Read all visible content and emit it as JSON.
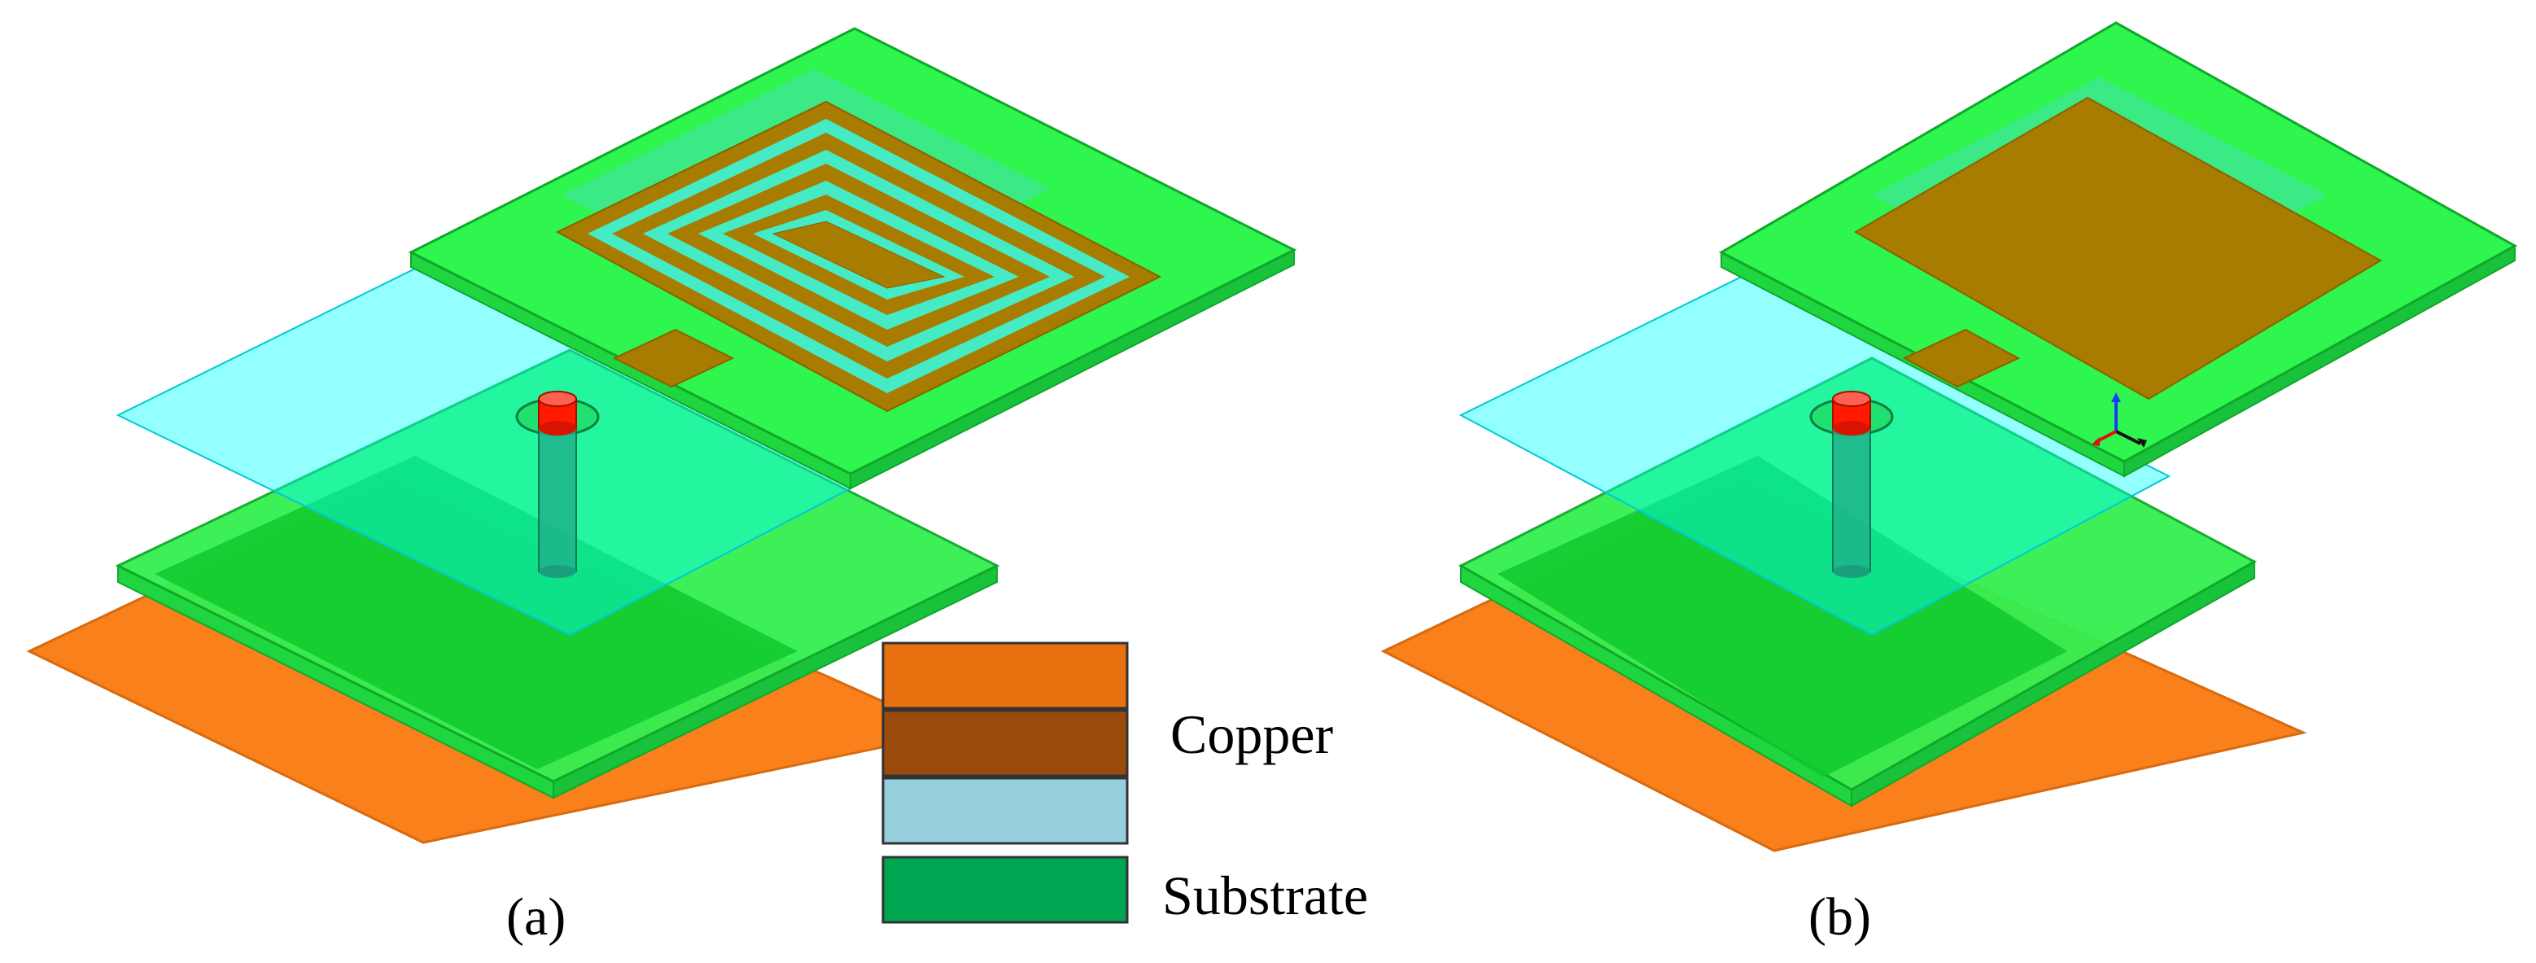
{
  "figure": {
    "panels": [
      {
        "id": "a",
        "caption": "(a)",
        "patch": "spiral"
      },
      {
        "id": "b",
        "caption": "(b)",
        "patch": "square"
      }
    ],
    "legend": [
      {
        "swatches": [
          "#e8700f",
          "#9a4a0a"
        ],
        "label": "Copper"
      },
      {
        "swatches": [
          "#96cfdc",
          "#00a551"
        ],
        "label": "Substrate"
      }
    ]
  },
  "colors": {
    "substrate_green": "#2ff54f",
    "substrate_edge": "#0fa82a",
    "dielectric_cyan": "#00ffff",
    "copper_ground": "#f9801a",
    "copper_patch": "#a87c00",
    "copper_stripe": "#c05a10",
    "pin_red": "#ff1a00",
    "via_teal": "#1fb38a"
  }
}
